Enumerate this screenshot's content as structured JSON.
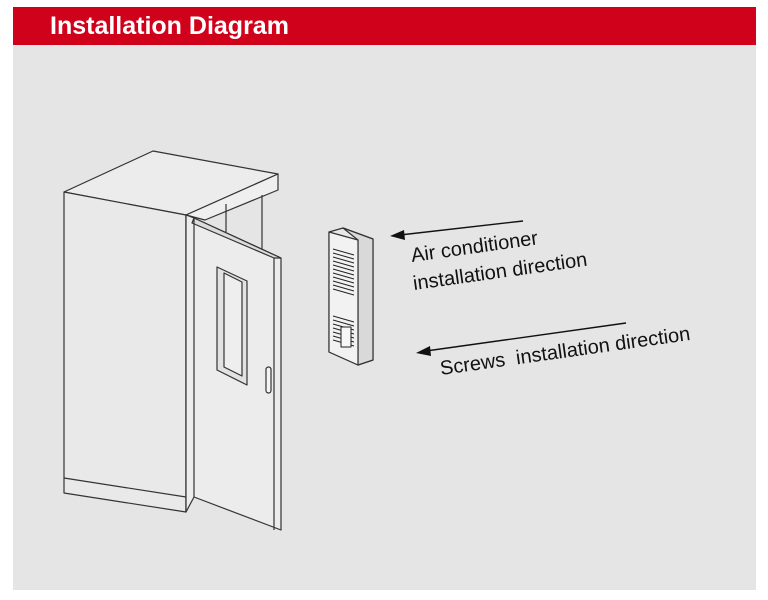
{
  "header": {
    "title": "Installation Diagram",
    "background_color": "#d0021b",
    "text_color": "#ffffff"
  },
  "diagram": {
    "labels": {
      "ac_line1": "Air conditioner",
      "ac_line2": "installation direction",
      "screws": "Screws  installation direction"
    }
  }
}
